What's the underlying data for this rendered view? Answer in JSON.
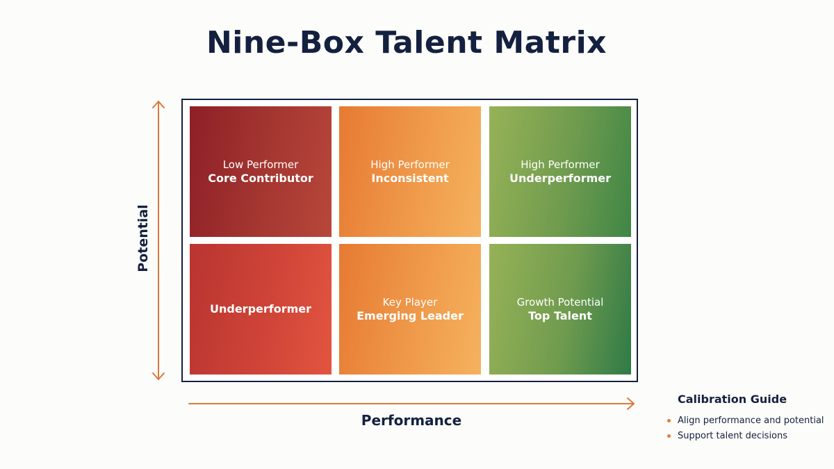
{
  "title": "Nine-Box Talent Matrix",
  "axes": {
    "y_label": "Potential",
    "x_label": "Performance",
    "color": "#d9793a"
  },
  "cells": [
    {
      "line1": "Low Performer",
      "line2": "Core Contributor"
    },
    {
      "line1": "High Performer",
      "line2": "Inconsistent"
    },
    {
      "line1": "High Performer",
      "line2": "Underperformer"
    },
    {
      "line1": "",
      "line2": "Underperformer"
    },
    {
      "line1": "Key Player",
      "line2": "Emerging Leader"
    },
    {
      "line1": "Growth Potential",
      "line2": "Top Talent"
    }
  ],
  "guide": {
    "title": "Calibration Guide",
    "items": [
      "Align performance and potential",
      "Support talent decisions"
    ]
  },
  "colors": {
    "navy": "#14203f",
    "red": "#a33530",
    "orange": "#ef9a4a",
    "green": "#6f9b4e"
  }
}
